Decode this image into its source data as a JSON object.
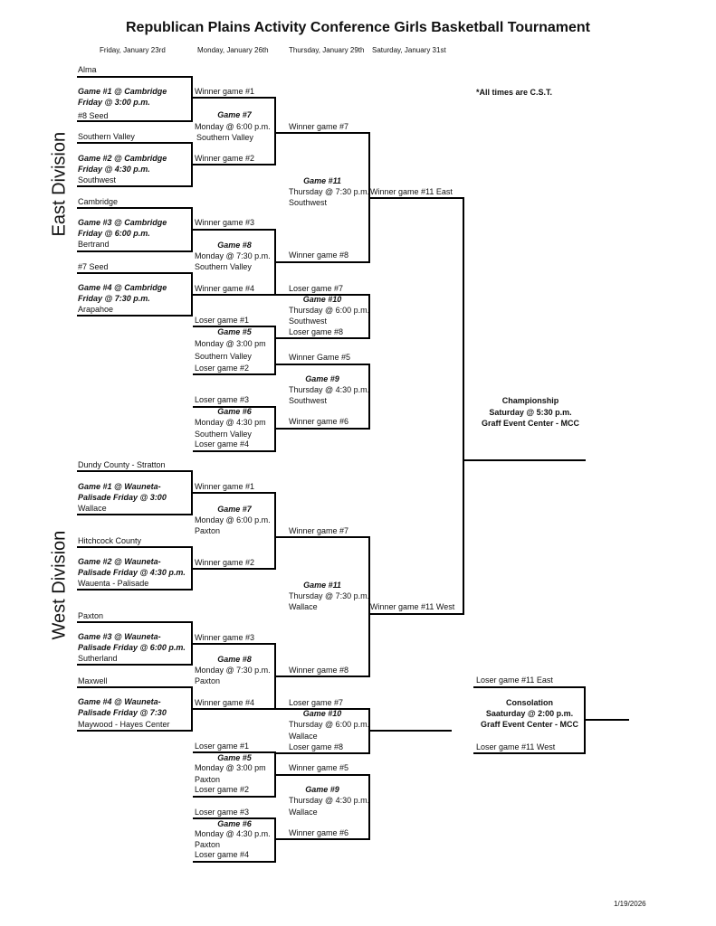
{
  "title": "Republican Plains Activity Conference Girls Basketball Tournament",
  "dates": [
    "Friday, January 23rd",
    "Monday, January 26th",
    "Thursday, January 29th",
    "Saturday, January 31st"
  ],
  "time_note": "*All times are C.S.T.",
  "divisions": {
    "east": "East Division",
    "west": "West Division"
  },
  "footer_date": "1/19/2026",
  "east": {
    "first_round": [
      {
        "top_team": "Alma",
        "game": "Game #1 @ Cambridge",
        "time": "Friday @ 3:00 p.m.",
        "bottom_team": "#8 Seed"
      },
      {
        "top_team": "Southern Valley",
        "game": "Game #2 @ Cambridge",
        "time": "Friday @ 4:30 p.m.",
        "bottom_team": "Southwest"
      },
      {
        "top_team": "Cambridge",
        "game": "Game #3  @ Cambridge",
        "time": "Friday @ 6:00 p.m.",
        "bottom_team": "Bertrand"
      },
      {
        "top_team": "#7 Seed",
        "game": "Game #4  @ Cambridge",
        "time": "Friday @ 7:30 p.m.",
        "bottom_team": "Arapahoe"
      }
    ],
    "second_round": [
      {
        "top": "Winner game #1",
        "game": "Game #7",
        "time": "Monday @ 6:00 p.m.",
        "site": "Southern Valley",
        "bottom": "Winner game #2"
      },
      {
        "top": "Winner game #3",
        "game": "Game #8",
        "time": "Monday @ 7:30 p.m.",
        "site": "Southern Valley",
        "bottom": "Winner game #4"
      },
      {
        "top": "Loser game #1",
        "game": "Game #5",
        "time": "Monday @ 3:00 pm",
        "site": "Southern Valley",
        "bottom": "Loser game #2"
      },
      {
        "top": "Loser game #3",
        "game": "Game #6",
        "time": "Monday @ 4:30 pm",
        "site": "Southern Valley",
        "bottom": "Loser game #4"
      }
    ],
    "semifinal": {
      "top": "Winner game #7",
      "game": "Game #11",
      "time": "Thursday @ 7:30 p.m.",
      "site": "Southwest",
      "bottom": "Winner game #8"
    },
    "game10": {
      "top": "Loser game #7",
      "game": "Game #10",
      "time": "Thursday @ 6:00 p.m.",
      "site": "Southwest",
      "bottom": "Loser game #8"
    },
    "game9": {
      "top": "Winner Game #5",
      "game": "Game #9",
      "time": "Thursday @ 4:30 p.m.",
      "site": "Southwest",
      "bottom": "Winner game #6"
    },
    "final_label": "Winner game #11 East"
  },
  "west": {
    "first_round": [
      {
        "top_team": "Dundy County - Stratton",
        "game": "Game #1 @ Wauneta-",
        "time": "Palisade  Friday @ 3:00",
        "bottom_team": "Wallace"
      },
      {
        "top_team": "Hitchcock County",
        "game": "Game #2 @ Wauneta-",
        "time": "Palisade Friday @ 4:30 p.m.",
        "bottom_team": "Wauenta - Palisade"
      },
      {
        "top_team": "Paxton",
        "game": "Game #3 @ Wauneta-",
        "time": "Palisade Friday @ 6:00 p.m.",
        "bottom_team": "Sutherland"
      },
      {
        "top_team": "Maxwell",
        "game": "Game #4 @ Wauneta-",
        "time": "Palisade  Friday @ 7:30",
        "bottom_team": "Maywood - Hayes Center"
      }
    ],
    "second_round": [
      {
        "top": "Winner game #1",
        "game": "Game #7",
        "time": "Monday @ 6:00 p.m.",
        "site": "Paxton",
        "bottom": "Winner game #2"
      },
      {
        "top": "Winner game #3",
        "game": "Game #8",
        "time": "Monday @ 7:30 p.m.",
        "site": "Paxton",
        "bottom": "Winner game #4"
      },
      {
        "top": "Loser game #1",
        "game": "Game #5",
        "time": "Monday @ 3:00 pm",
        "site": "Paxton",
        "bottom": "Loser game #2"
      },
      {
        "top": "Loser game #3",
        "game": "Game #6",
        "time": "Monday @ 4:30 p.m.",
        "site": "Paxton",
        "bottom": "Loser game #4"
      }
    ],
    "semifinal": {
      "top": "Winner game #7",
      "game": "Game #11",
      "time": "Thursday @ 7:30 p.m.",
      "site": "Wallace",
      "bottom": "Winner game #8"
    },
    "game10": {
      "top": "Loser game #7",
      "game": "Game #10",
      "time": "Thursday @ 6:00 p.m.",
      "site": "Wallace",
      "bottom": "Loser game #8"
    },
    "game9": {
      "top": "Winner game #5",
      "game": "Game #9",
      "time": "Thursday @ 4:30 p.m.",
      "site": "Wallace",
      "bottom": "Winner game #6"
    },
    "final_label": "Winner game #11 West"
  },
  "championship": {
    "title": "Championship",
    "time": "Saturday @ 5:30 p.m.",
    "site": "Graff Event Center - MCC"
  },
  "consolation": {
    "top": "Loser game #11 East",
    "title": "Consolation",
    "time": "Saaturday @ 2:00 p.m.",
    "site": "Graff Event Center - MCC",
    "bottom": "Loser game #11 West"
  }
}
